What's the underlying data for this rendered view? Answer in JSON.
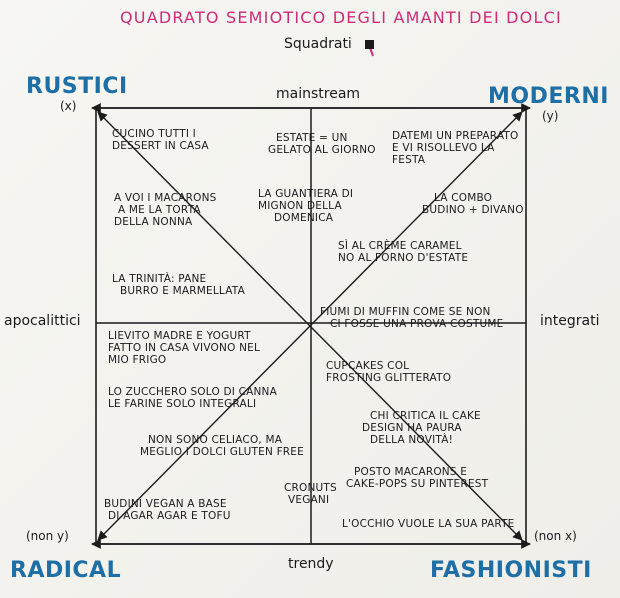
{
  "title": "QUADRATO SEMIOTICO DEGLI AMANTI DEI DOLCI",
  "subtitle": "Squadrati",
  "axes": {
    "top": "mainstream",
    "bottom": "trendy",
    "left": "apocalittici",
    "right": "integrati"
  },
  "corners": {
    "top_left": {
      "label": "RUSTICI",
      "tag": "(x)"
    },
    "top_right": {
      "label": "MODERNI",
      "tag": "(y)"
    },
    "bottom_left": {
      "label": "RADICAL",
      "tag": "(non y)"
    },
    "bottom_right": {
      "label": "FASHIONISTI",
      "tag": "(non x)"
    }
  },
  "notes": {
    "n1": [
      "CUCINO TUTTI I",
      "DESSERT IN CASA"
    ],
    "n2": [
      "ESTATE = UN",
      "GELATO AL GIORNO"
    ],
    "n3": [
      "DATEMI UN PREPARATO",
      "E VI RISOLLEVO LA",
      "FESTA"
    ],
    "n4": [
      "A VOI I MACARONS",
      "A ME LA TORTA",
      "DELLA NONNA"
    ],
    "n5": [
      "LA GUANTIERA DI",
      "MIGNON DELLA",
      "DOMENICA"
    ],
    "n6": [
      "LA COMBO",
      "BUDINO + DIVANO"
    ],
    "n7": [
      "SÌ AL CRÈME CARAMEL",
      "NO AL FORNO D'ESTATE"
    ],
    "n8": [
      "LA TRINITÀ: PANE",
      "BURRO E MARMELLATA"
    ],
    "n9": [
      "FIUMI DI MUFFIN COME SE NON",
      "CI FOSSE UNA PROVA COSTUME"
    ],
    "n10": [
      "LIEVITO MADRE E YOGURT",
      "FATTO IN CASA VIVONO NEL",
      "MIO FRIGO"
    ],
    "n11": [
      "CUPCAKES COL",
      "FROSTING GLITTERATO"
    ],
    "n12": [
      "LO ZUCCHERO SOLO DI CANNA",
      "LE FARINE SOLO INTEGRALI"
    ],
    "n13": [
      "CHI CRITICA IL CAKE",
      "DESIGN HA PAURA",
      "DELLA NOVITÀ!"
    ],
    "n14": [
      "NON SONO CELIACO, MA",
      "MEGLIO I DOLCI GLUTEN FREE"
    ],
    "n15": [
      "POSTO MACARONS E",
      "CAKE-POPS SU PINTEREST"
    ],
    "n16": [
      "BUDINI VEGAN A BASE",
      "DI AGAR AGAR E TOFU"
    ],
    "n17": [
      "CRONUTS",
      "VEGANI"
    ],
    "n18": [
      "L'OCCHIO VUOLE LA SUA PARTE"
    ]
  },
  "colors": {
    "title": "#d02a7a",
    "corner": "#1d6fa5",
    "ink": "#1b1b1b"
  }
}
